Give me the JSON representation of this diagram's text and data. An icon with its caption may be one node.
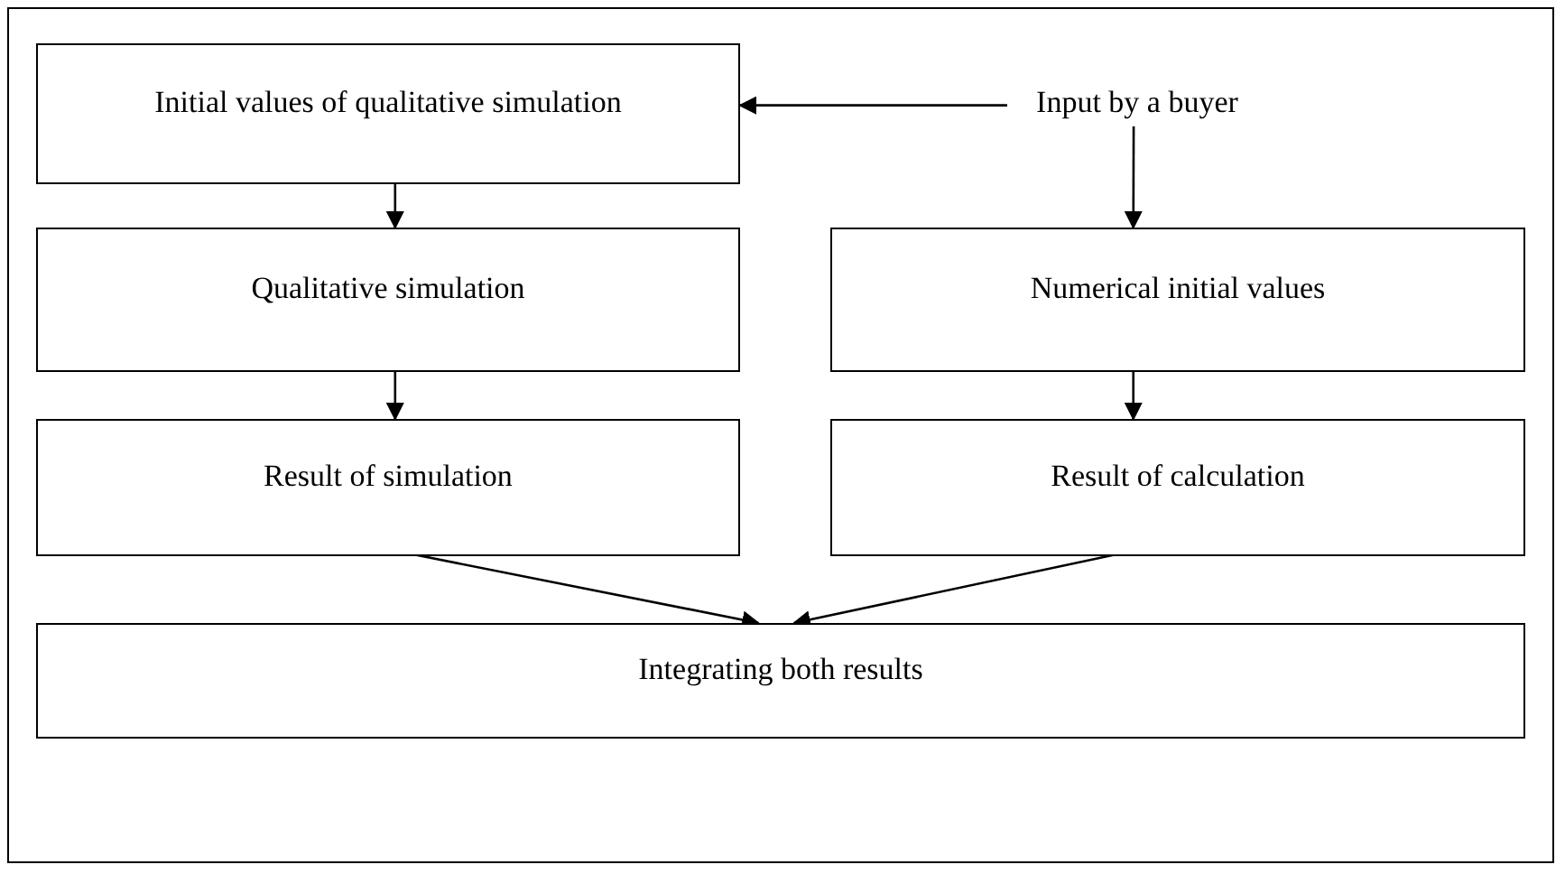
{
  "diagram": {
    "nodes": [
      {
        "text": [
          "Initial values of qualitative simulation"
        ]
      },
      {
        "text": [
          "Input by a buyer"
        ]
      },
      {
        "text": [
          "Qualitative simulation"
        ]
      },
      {
        "text": [
          "Numerical initial values"
        ]
      },
      {
        "text": [
          "Result of simulation"
        ]
      },
      {
        "text": [
          "Result of calculation"
        ]
      },
      {
        "text": [
          "Integrating both results"
        ]
      }
    ],
    "edges": [
      {
        "from": 1,
        "to": 0,
        "arrow": "to"
      },
      {
        "from": 0,
        "to": 2,
        "arrow": "to"
      },
      {
        "from": 1,
        "to": 3,
        "arrow": "to"
      },
      {
        "from": 2,
        "to": 4,
        "arrow": "to"
      },
      {
        "from": 3,
        "to": 5,
        "arrow": "to"
      },
      {
        "from": 4,
        "to": 6,
        "arrow": "to"
      },
      {
        "from": 5,
        "to": 6,
        "arrow": "to"
      }
    ]
  }
}
